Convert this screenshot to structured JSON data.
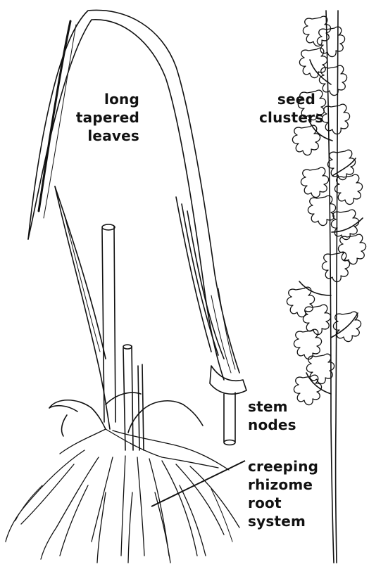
{
  "labels": {
    "leaves": [
      "long",
      "tapered",
      "leaves"
    ],
    "seed": [
      "seed",
      "clusters"
    ],
    "stem": [
      "stem",
      "nodes"
    ],
    "root": [
      "creeping",
      "rhizome",
      "root",
      "system"
    ]
  },
  "colors": {
    "ink": "#111111",
    "background": "#ffffff"
  }
}
